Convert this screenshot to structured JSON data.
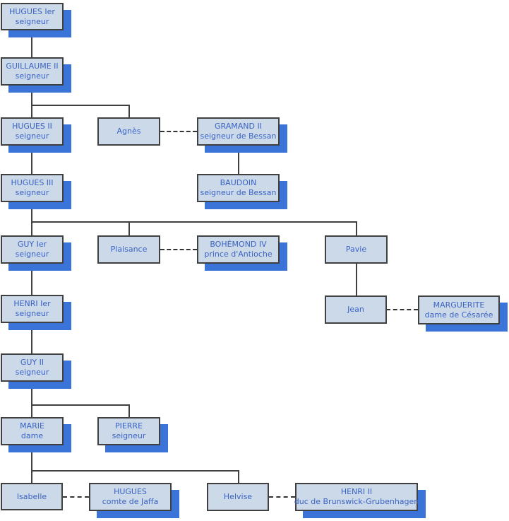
{
  "diagram": {
    "type": "family-tree",
    "colors": {
      "box_fill": "#ccd9e8",
      "box_border": "#404040",
      "box_shadow_blue": "#3b74d8",
      "text_blue": "#3a63c4",
      "connector": "#404040",
      "background": "#ffffff"
    },
    "nodes": {
      "hugues1": {
        "name": "HUGUES Ier",
        "title": "seigneur"
      },
      "guillaume2": {
        "name": "GUILLAUME II",
        "title": "seigneur"
      },
      "hugues2": {
        "name": "HUGUES II",
        "title": "seigneur"
      },
      "agnes": {
        "name": "Agnès"
      },
      "gramand2": {
        "name": "GRAMAND II",
        "title": "seigneur de Bessan"
      },
      "hugues3": {
        "name": "HUGUES III",
        "title": "seigneur"
      },
      "baudoin": {
        "name": "BAUDOIN",
        "title": "seigneur de Bessan"
      },
      "guy1": {
        "name": "GUY Ier",
        "title": "seigneur"
      },
      "plaisance": {
        "name": "Plaisance"
      },
      "bohemond4": {
        "name": "BOHÉMOND IV",
        "title": "prince d'Antioche"
      },
      "pavie": {
        "name": "Pavie"
      },
      "henri1": {
        "name": "HENRI Ier",
        "title": "seigneur"
      },
      "jean": {
        "name": "Jean"
      },
      "marguerite": {
        "name": "MARGUERITE",
        "title": "dame de Césarée"
      },
      "guy2": {
        "name": "GUY II",
        "title": "seigneur"
      },
      "marie": {
        "name": "MARIE",
        "title": "dame"
      },
      "pierre": {
        "name": "PIERRE",
        "title": "seigneur"
      },
      "isabelle": {
        "name": "Isabelle"
      },
      "hugues_jaffa": {
        "name": "HUGUES",
        "title": "comte de Jaffa"
      },
      "helvise": {
        "name": "Helvise"
      },
      "henri2": {
        "name": "HENRI II",
        "title": "duc de Brunswick-Grubenhagen"
      }
    },
    "descent_edges": [
      {
        "parent": "HUGUES Ier",
        "children": [
          "GUILLAUME II"
        ]
      },
      {
        "parent": "GUILLAUME II",
        "children": [
          "HUGUES II",
          "Agnès"
        ]
      },
      {
        "parent": "HUGUES II",
        "children": [
          "HUGUES III"
        ]
      },
      {
        "parent": "GRAMAND II",
        "children": [
          "BAUDOIN"
        ]
      },
      {
        "parent": "HUGUES III",
        "children": [
          "GUY Ier",
          "Plaisance",
          "Pavie"
        ]
      },
      {
        "parent": "GUY Ier",
        "children": [
          "HENRI Ier"
        ]
      },
      {
        "parent": "Pavie",
        "children": [
          "Jean"
        ]
      },
      {
        "parent": "HENRI Ier",
        "children": [
          "GUY II"
        ]
      },
      {
        "parent": "GUY II",
        "children": [
          "MARIE",
          "PIERRE"
        ]
      },
      {
        "parent": "MARIE",
        "children": [
          "Isabelle",
          "Helvise"
        ]
      }
    ],
    "marriage_edges": [
      [
        "Agnès",
        "GRAMAND II"
      ],
      [
        "Plaisance",
        "BOHÉMOND IV"
      ],
      [
        "Jean",
        "MARGUERITE"
      ],
      [
        "Isabelle",
        "HUGUES"
      ],
      [
        "Helvise",
        "HENRI II"
      ]
    ]
  }
}
